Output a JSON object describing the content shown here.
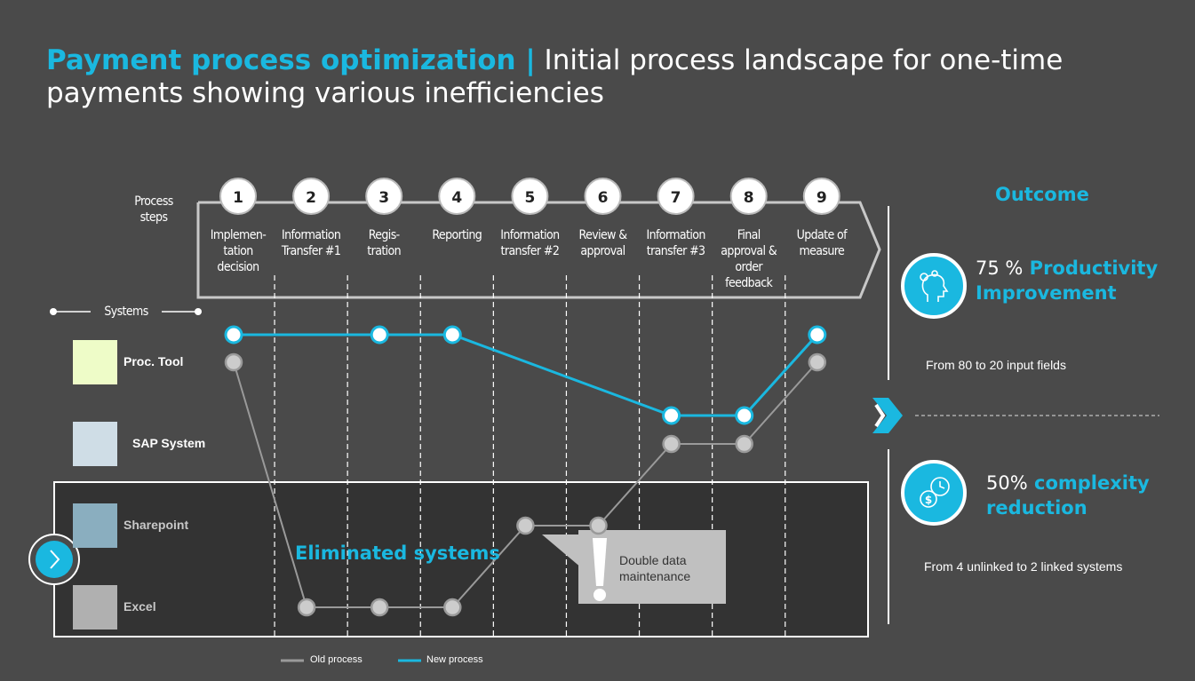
{
  "title": {
    "accent": "Payment process optimization |",
    "rest": " Initial process landscape for one-time payments showing various inefficiencies"
  },
  "process_steps_label": [
    "Process",
    "steps"
  ],
  "systems_label": "Systems",
  "steps": [
    {
      "n": "1",
      "label": [
        "Implemen-",
        "tation",
        "decision"
      ]
    },
    {
      "n": "2",
      "label": [
        "Information",
        "Transfer #1"
      ]
    },
    {
      "n": "3",
      "label": [
        "Regis-",
        "tration"
      ]
    },
    {
      "n": "4",
      "label": [
        "Reporting"
      ]
    },
    {
      "n": "5",
      "label": [
        "Information",
        "transfer #2"
      ]
    },
    {
      "n": "6",
      "label": [
        "Review &",
        "approval"
      ]
    },
    {
      "n": "7",
      "label": [
        "Information",
        "transfer #3"
      ]
    },
    {
      "n": "8",
      "label": [
        "Final",
        "approval &",
        "order",
        "feedback"
      ]
    },
    {
      "n": "9",
      "label": [
        "Update of",
        "measure"
      ]
    }
  ],
  "systems": [
    {
      "name": "Proc. Tool",
      "color": "#eefcc8"
    },
    {
      "name": "SAP System",
      "color": "#cfdde6"
    },
    {
      "name": "Sharepoint",
      "color": "#8aaebf"
    },
    {
      "name": "Excel",
      "color": "#b0b0b0"
    }
  ],
  "eliminated_label": "Eliminated systems",
  "callout": {
    "icon": "exclamation-icon",
    "text": [
      "Double data",
      "maintenance"
    ]
  },
  "new_process": {
    "color": "#1ab8e0",
    "points": [
      [
        1,
        0
      ],
      [
        3,
        0
      ],
      [
        4,
        0
      ],
      [
        7,
        1
      ],
      [
        8,
        1
      ],
      [
        9,
        0
      ]
    ]
  },
  "old_process": {
    "color": "#9a9a9a",
    "points": [
      [
        1,
        0
      ],
      [
        2,
        3
      ],
      [
        3,
        3
      ],
      [
        4,
        3
      ],
      [
        5,
        2
      ],
      [
        6,
        2
      ],
      [
        7,
        1
      ],
      [
        8,
        1
      ],
      [
        9,
        0
      ]
    ]
  },
  "legend": {
    "old": "Old process",
    "new": "New process"
  },
  "outcome": {
    "title": "Outcome",
    "items": [
      {
        "icon": "head-gears-icon",
        "value": "75 %",
        "label1": "Productivity",
        "label2": "Improvement",
        "detail": "From 80 to 20 input fields"
      },
      {
        "icon": "money-clock-icon",
        "value": "50%",
        "label1": "complexity",
        "label2": "reduction",
        "detail": "From 4 unlinked to 2 linked systems"
      }
    ]
  },
  "colors": {
    "accent": "#1ab8e0",
    "background": "#4a4a4a",
    "eliminated_bg": "#333333"
  }
}
